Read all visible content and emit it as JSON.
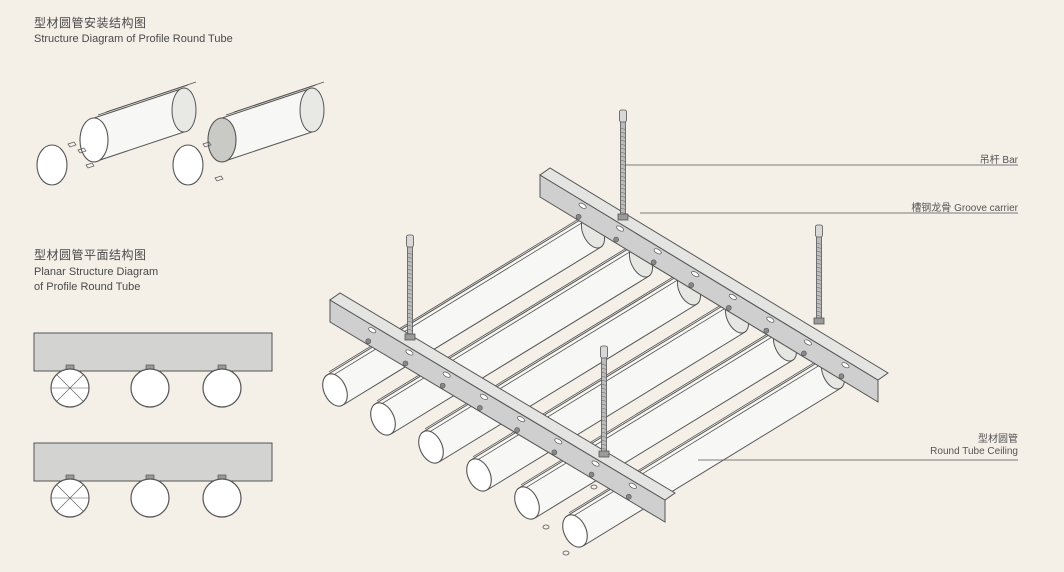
{
  "structure_diagram": {
    "title_cn": "型材圆管安装结构图",
    "title_en": "Structure Diagram of Profile  Round Tube"
  },
  "planar_diagram": {
    "title_cn": "型材圆管平面结构图",
    "title_en_line1": "Planar Structure Diagram",
    "title_en_line2": "of Profile  Round Tube"
  },
  "callouts": {
    "bar": "吊杆  Bar",
    "groove_carrier": "槽钢龙骨  Groove carrier",
    "round_tube_cn": "型材圆管",
    "round_tube_en": "Round Tube Ceiling"
  },
  "colors": {
    "background": "#f4efe7",
    "line": "#555555",
    "tube_fill": "#f7f7f5",
    "carrier_fill": "#cfcfcf"
  }
}
